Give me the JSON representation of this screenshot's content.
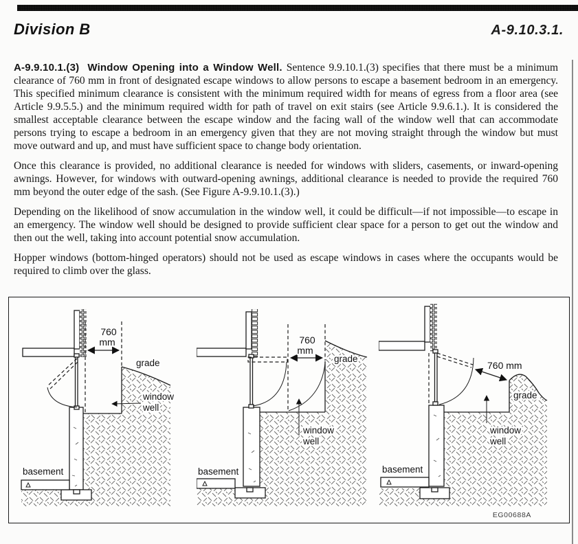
{
  "header": {
    "left": "Division B",
    "right": "A-9.10.3.1."
  },
  "article": {
    "heading_number": "A-9.9.10.1.(3)",
    "heading_title": "Window Opening into a Window Well.",
    "para1": "Sentence 9.9.10.1.(3) specifies that there must be a minimum clearance of 760 mm in front of designated escape windows to allow persons to escape a basement bedroom in an emergency. This specified minimum clearance is consistent with the minimum required width for means of egress from a floor area (see Article 9.9.5.5.) and the minimum required width for path of travel on exit stairs (see Article 9.9.6.1.). It is considered the smallest acceptable clearance between the escape window and the facing wall of the window well that can accommodate persons trying to escape a bedroom in an emergency given that they are not moving straight through the window but must move outward and up, and must have sufficient space to change body orientation.",
    "para2": "Once this clearance is provided, no additional clearance is needed for windows with sliders, casements, or inward-opening awnings. However, for windows with outward-opening awnings, additional clearance is needed to provide the required 760 mm beyond the outer edge of the sash. (See Figure A-9.9.10.1.(3).)",
    "para3": "Depending on the likelihood of snow accumulation in the window well, it could be difficult—if not impossible—to escape in an emergency. The window well should be designed to provide sufficient clear space for a person to get out the window and then out the well, taking into account potential snow accumulation.",
    "para4": "Hopper windows (bottom-hinged operators) should not be used as escape windows in cases where the occupants would be required to climb over the glass."
  },
  "figure": {
    "code": "EG00688A",
    "d1": {
      "dim1": "760",
      "dim2": "mm",
      "grade": "grade",
      "well1": "window",
      "well2": "well",
      "basement": "basement"
    },
    "d2": {
      "dim1": "760",
      "dim2": "mm",
      "grade": "grade",
      "well1": "window",
      "well2": "well",
      "basement": "basement"
    },
    "d3": {
      "dim": "760 mm",
      "grade": "grade",
      "well1": "window",
      "well2": "well",
      "basement": "basement"
    }
  }
}
